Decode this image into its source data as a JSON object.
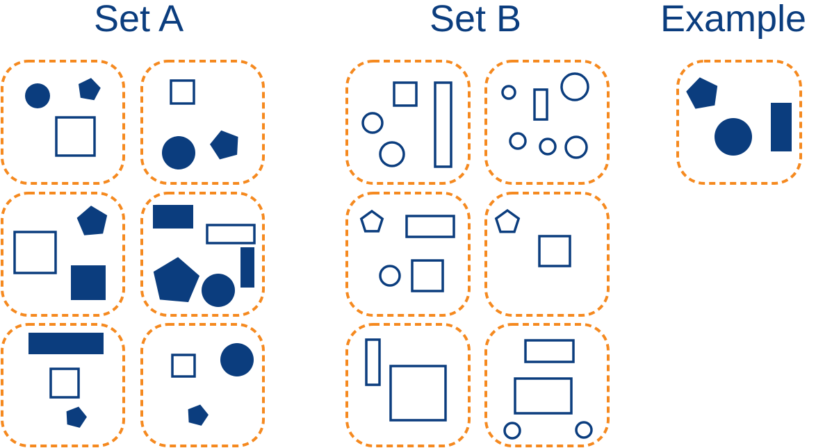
{
  "titles": {
    "set_a": "Set A",
    "set_b": "Set B",
    "example": "Example"
  },
  "colors": {
    "shape": "#0b3d7e",
    "panel_border": "#f5891f"
  }
}
